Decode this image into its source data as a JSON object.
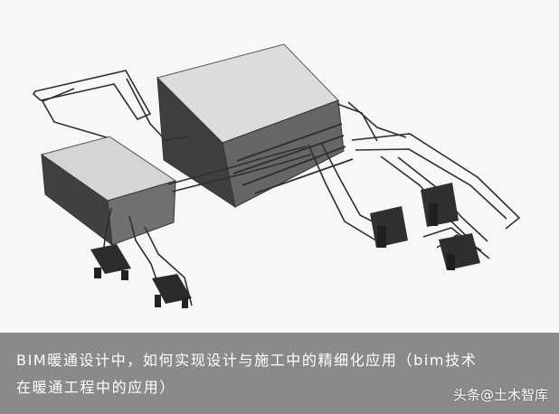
{
  "caption": {
    "text": "BIM暖通设计中，如何实现设计与施工中的精细化应用（bim技术在暖通工程中的应用）",
    "background": "#8a8a8a",
    "text_color": "#ffffff"
  },
  "watermark": {
    "text": "头条@土木智库"
  },
  "model_image": {
    "subject": "3D HVAC model with equipment boxes and piping",
    "box_top_color": "#d9d9d9",
    "box_front_color": "#4b4b4b",
    "box_side_color": "#6a6a6a",
    "pipe_color": "#303030"
  }
}
